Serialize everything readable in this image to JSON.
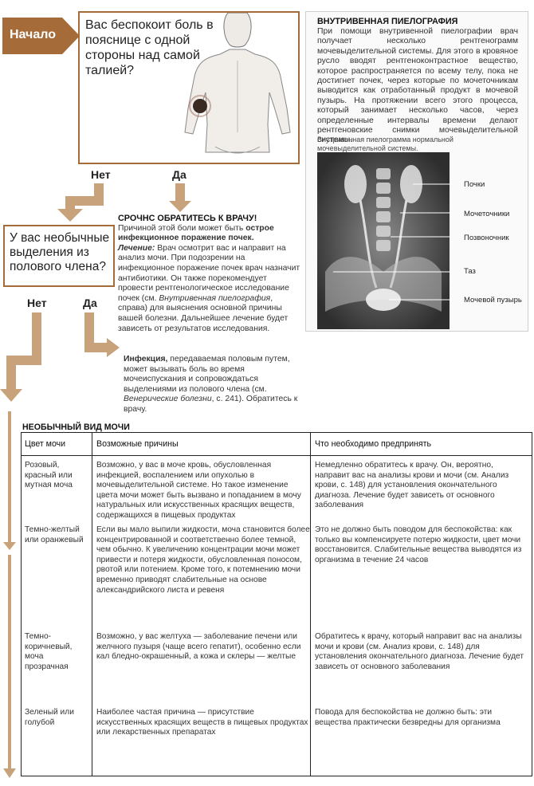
{
  "flowchart": {
    "start_label": "Начало",
    "q1": {
      "text": "Вас беспокоит боль в пояснице с одной стороны над самой талией?",
      "no": "Нет",
      "yes": "Да"
    },
    "q2": {
      "text": "У вас необычные выделения из полового члена?",
      "no": "Нет",
      "yes": "Да"
    },
    "urgent": {
      "title": "СРОЧНС ОБРАТИТЕСЬ К ВРАЧУ!",
      "p1_a": "Причиной этой боли может быть ",
      "p1_b": "острое инфекционное поражение почек.",
      "treatment_label": "Лечение:",
      "treatment_text": " Врач осмотрит вас и направит на анализ мочи. При подозрении на инфекционное поражение почек врач назначит антибиотики. Он также порекомендует провести рентгенологическое исследование почек (см. ",
      "treatment_ref": "Внутривенная пиелография",
      "treatment_tail": ", справа) для выяснения основной причины вашей болезни. Дальнейшее лечение будет зависеть от результатов исследования."
    },
    "infection": {
      "bold": "Инфекция,",
      "text": " передаваемая половым путем, может вызывать боль во время мочеиспускания и сопровождаться выделениями из полового члена (см. ",
      "ref": "Венерические болезни",
      "tail": ", с. 241). Обратитесь к врачу."
    }
  },
  "pyelography": {
    "title": "ВНУТРИВЕННАЯ ПИЕЛОГРАФИЯ",
    "text": "При помощи внутривенной пиелографии врач получает несколько рентгенограмм мочевыделительной системы. Для этого в кровяное русло вводят рентгеноконтрастное вещество, которое распространяется по всему телу, пока не достигнет почек, через которые по мочеточникам выводится как отработанный продукт в мочевой пузырь. На протяжении всего этого процесса, который занимает несколько часов, через определенные интервалы времени делают рентгеновские снимки мочевыделительной системы.",
    "caption": "Внутривенная пиелограмма нормальной мочевыделительной системы.",
    "labels": [
      "Почки",
      "Мочеточники",
      "Позвоночник",
      "Таз",
      "Мочевой пузырь"
    ]
  },
  "table": {
    "title": "НЕОБЫЧНЫЙ ВИД МОЧИ",
    "headers": [
      "Цвет мочи",
      "Возможные причины",
      "Что необходимо предпринять"
    ],
    "rows": [
      {
        "color": "Розовый, красный или мутная моча",
        "cause": "Возможно, у вас в моче кровь, обусловленная инфекцией, воспалением или опухолью в мочевыделительной системе. Но такое изменение цвета мочи может быть вызвано и попаданием в мочу натуральных или искусственных красящих веществ, содержащихся в пищевых продуктах",
        "action": "Немедленно обратитесь к врачу. Он, вероятно, направит вас на анализы крови и мочи (см. Анализ крови, с. 148) для установления окончательного диагноза. Лечение будет зависеть от основного заболевания"
      },
      {
        "color": "Темно-желтый или оранжевый",
        "cause": "Если вы мало выпили жидкости, моча становится более концентрированной и соответственно более темной, чем обычно. К увеличению концентрации мочи может привести и потеря жидкости, обусловленная поносом, рвотой или потением. Кроме того, к потемнению мочи временно приводят слабительные на основе александрийского листа и ревеня",
        "action": "Это не должно быть поводом для беспокойства: как только вы компенсируете потерю жидкости, цвет мочи восстановится. Слабительные вещества выводятся из организма в течение 24 часов"
      },
      {
        "color": "Темно-коричневый, моча прозрачная",
        "cause": "Возможно, у вас желтуха — заболевание печени или желчного пузыря (чаще всего гепатит), особенно если кал бледно-окрашенный, а кожа и склеры — желтые",
        "action": "Обратитесь к врачу, который направит вас на анализы мочи и крови (см. Анализ крови, с. 148) для установления окончательного диагноза. Лечение будет зависеть от основного заболевания"
      },
      {
        "color": "Зеленый или голубой",
        "cause": "Наиболее частая причина — присутствие искусственных красящих веществ в пищевых продуктах или лекарственных препаратах",
        "action": "Повода для беспокойства не должно быть: эти вещества практически безвредны для организма"
      }
    ]
  },
  "colors": {
    "arrow": "#c8a27a",
    "arrow_dark": "#a56b38",
    "box_border": "#a56b38"
  }
}
